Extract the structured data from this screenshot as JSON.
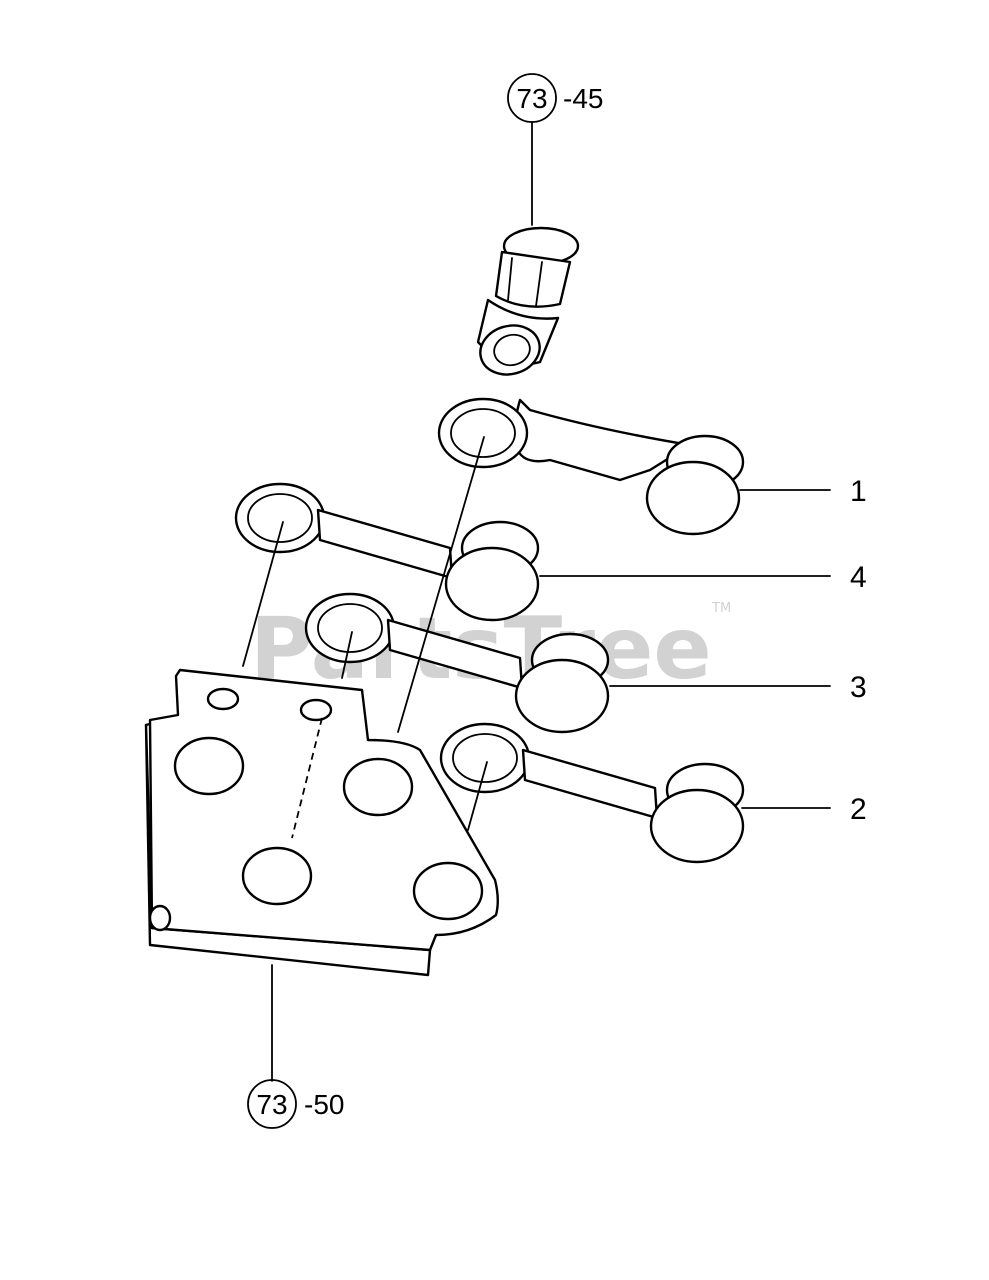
{
  "watermark": {
    "text": "PartsTree",
    "tm": "TM"
  },
  "references": [
    {
      "circle": "73",
      "suffix": "-45"
    },
    {
      "circle": "73",
      "suffix": "-50"
    }
  ],
  "callouts": [
    "1",
    "4",
    "3",
    "2"
  ]
}
